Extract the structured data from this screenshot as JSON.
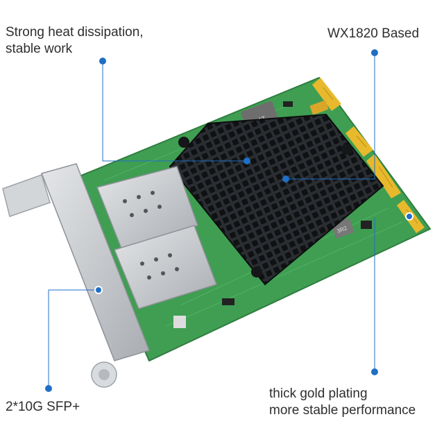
{
  "annotations": {
    "heat_dissipation": "Strong heat dissipation,\nstable work",
    "chip": "WX1820 Based",
    "gold_plating": "thick gold plating\nmore stable performance",
    "ports": "2*10G SFP+"
  },
  "board_markings": {
    "inductor": "R47",
    "component": "3R2"
  },
  "colors": {
    "accent": "#1f6fc4",
    "pcb": "#3f9e52",
    "heatsink": "#1e2124",
    "gold": "#e8b92c",
    "metal": "#c9ccd0"
  }
}
